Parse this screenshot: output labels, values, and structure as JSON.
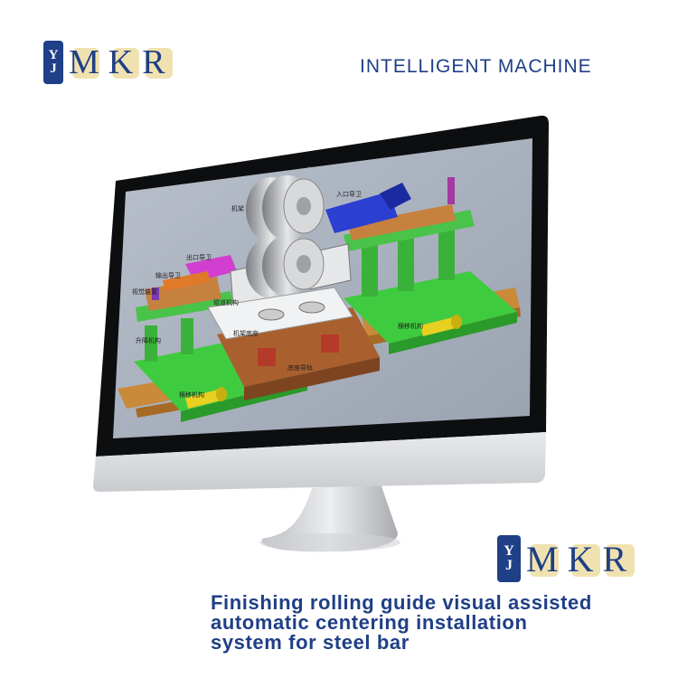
{
  "brand": {
    "mark_top": "Y",
    "mark_bottom": "J",
    "letters": [
      "M",
      "K",
      "R"
    ],
    "colors": {
      "navy": "#1f3f86",
      "cream": "#f0e2b0"
    }
  },
  "tagline": "INTELLIGENT MACHINE",
  "product_title": {
    "line1": "Finishing rolling guide visual assisted",
    "line2": "automatic centering installation",
    "line3": "system for steel bar"
  },
  "screen_labels": {
    "top_right": "入口导卫",
    "roller_label": "机架",
    "left_pink": "出口导卫",
    "left_upper": "输出导卫",
    "left_small": "视觉装置",
    "center_left": "辊道机构",
    "center_tag": "机架底座",
    "right_track": "横移机构",
    "bottom_center": "底座导轨",
    "bottom_left": "横移机构",
    "left_column": "升降机构"
  }
}
